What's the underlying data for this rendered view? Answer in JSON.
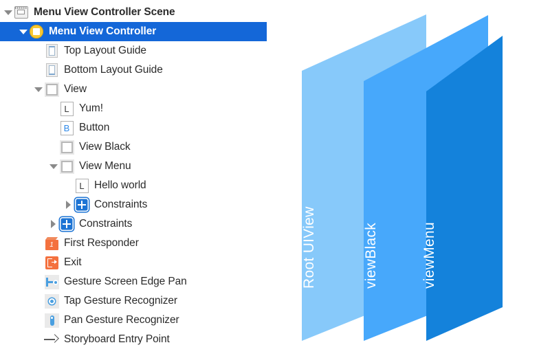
{
  "outline": {
    "rows": [
      {
        "label": "Menu View Controller Scene",
        "icon": "scene-icon",
        "twisty": "open",
        "indent": 0,
        "selected": false,
        "bold": true
      },
      {
        "label": "Menu View Controller",
        "icon": "view-controller-icon",
        "twisty": "open",
        "indent": 1,
        "selected": true,
        "bold": true
      },
      {
        "label": "Top Layout Guide",
        "icon": "top-layout-guide-icon",
        "twisty": "none",
        "indent": 2,
        "selected": false,
        "bold": false
      },
      {
        "label": "Bottom Layout Guide",
        "icon": "bottom-layout-guide-icon",
        "twisty": "none",
        "indent": 2,
        "selected": false,
        "bold": false
      },
      {
        "label": "View",
        "icon": "uiview-icon",
        "twisty": "open",
        "indent": 2,
        "selected": false,
        "bold": false
      },
      {
        "label": "Yum!",
        "icon": "label-icon",
        "twisty": "none",
        "indent": 3,
        "selected": false,
        "bold": false,
        "letter": "L"
      },
      {
        "label": "Button",
        "icon": "button-icon",
        "twisty": "none",
        "indent": 3,
        "selected": false,
        "bold": false,
        "letter": "B"
      },
      {
        "label": "View Black",
        "icon": "uiview-icon",
        "twisty": "none",
        "indent": 3,
        "selected": false,
        "bold": false
      },
      {
        "label": "View Menu",
        "icon": "uiview-icon",
        "twisty": "open",
        "indent": 3,
        "selected": false,
        "bold": false
      },
      {
        "label": "Hello world",
        "icon": "label-icon",
        "twisty": "none",
        "indent": 4,
        "selected": false,
        "bold": false,
        "letter": "L"
      },
      {
        "label": "Constraints",
        "icon": "constraints-icon",
        "twisty": "closed",
        "indent": 4,
        "selected": false,
        "bold": false
      },
      {
        "label": "Constraints",
        "icon": "constraints-icon",
        "twisty": "closed",
        "indent": 3,
        "selected": false,
        "bold": false
      },
      {
        "label": "First Responder",
        "icon": "first-responder-icon",
        "twisty": "none",
        "indent": 2,
        "selected": false,
        "bold": false
      },
      {
        "label": "Exit",
        "icon": "exit-icon",
        "twisty": "none",
        "indent": 2,
        "selected": false,
        "bold": false
      },
      {
        "label": "Gesture Screen Edge Pan",
        "icon": "screen-edge-pan-gesture-icon",
        "twisty": "none",
        "indent": 2,
        "selected": false,
        "bold": false
      },
      {
        "label": "Tap Gesture Recognizer",
        "icon": "tap-gesture-icon",
        "twisty": "none",
        "indent": 2,
        "selected": false,
        "bold": false
      },
      {
        "label": "Pan Gesture Recognizer",
        "icon": "pan-gesture-icon",
        "twisty": "none",
        "indent": 2,
        "selected": false,
        "bold": false
      },
      {
        "label": "Storyboard Entry Point",
        "icon": "storyboard-entry-point-icon",
        "twisty": "none",
        "indent": 2,
        "selected": false,
        "bold": false
      }
    ],
    "selection_color": "#1467d8"
  },
  "diagram": {
    "panels": [
      {
        "label": "Root UIView",
        "color": "#87c9fa"
      },
      {
        "label": "viewBlack",
        "color": "#47a8fb"
      },
      {
        "label": "viewMenu",
        "color": "#1482db"
      }
    ]
  }
}
